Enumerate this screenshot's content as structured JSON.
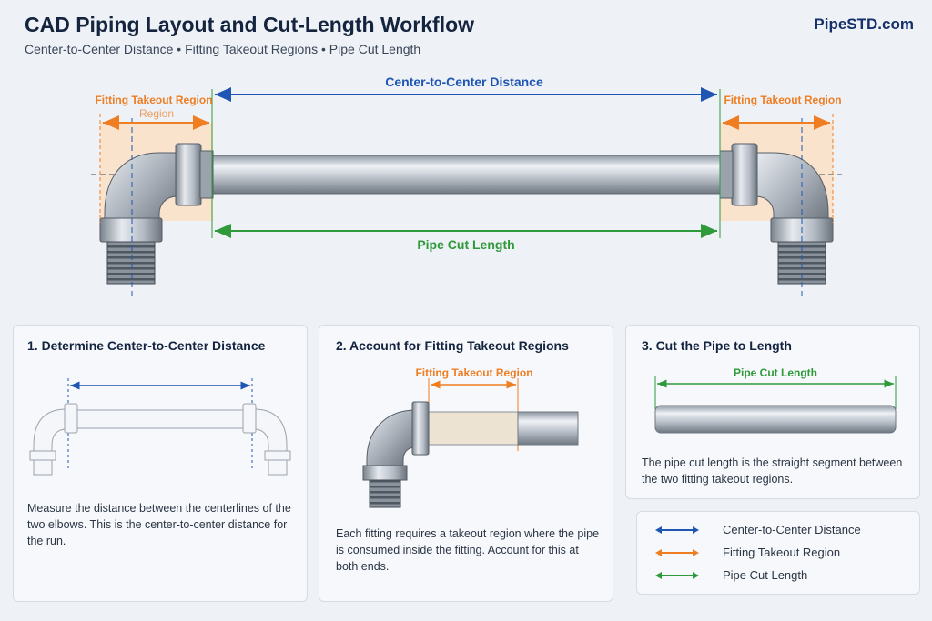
{
  "header": {
    "title": "CAD Piping Layout and Cut-Length Workflow",
    "subtitle": "Center-to-Center Distance • Fitting Takeout Regions • Pipe Cut Length",
    "brand": "PipeSTD.com"
  },
  "colors": {
    "center": "#1f56b4",
    "takeout": "#ef7d22",
    "cut": "#2f9a3a"
  },
  "diagram": {
    "center_label": "Center-to-Center Distance",
    "left_takeout_label": "Fitting Takeout Region",
    "left_takeout_overlap": "Region",
    "right_takeout_label": "Fitting Takeout Region",
    "cut_label": "Pipe Cut Length"
  },
  "steps": [
    {
      "title": "1. Determine Center-to-Center Distance",
      "text": "Measure the distance between the centerlines of the two elbows. This is the center-to-center distance for the run."
    },
    {
      "title": "2. Account for Fitting Takeout Regions",
      "callout": "Fitting Takeout Region",
      "text": "Each fitting requires a takeout region where the pipe is consumed inside the fitting. Account for this at both ends."
    },
    {
      "title": "3. Cut the Pipe to Length",
      "callout": "Pipe Cut Length",
      "text": "The pipe cut length is the straight segment between the two fitting takeout regions."
    }
  ],
  "legend": [
    {
      "label": "Center-to-Center Distance",
      "icon": "blue-double-arrow-icon"
    },
    {
      "label": "Fitting Takeout Region",
      "icon": "orange-double-arrow-icon"
    },
    {
      "label": "Pipe Cut Length",
      "icon": "green-double-arrow-icon"
    }
  ]
}
